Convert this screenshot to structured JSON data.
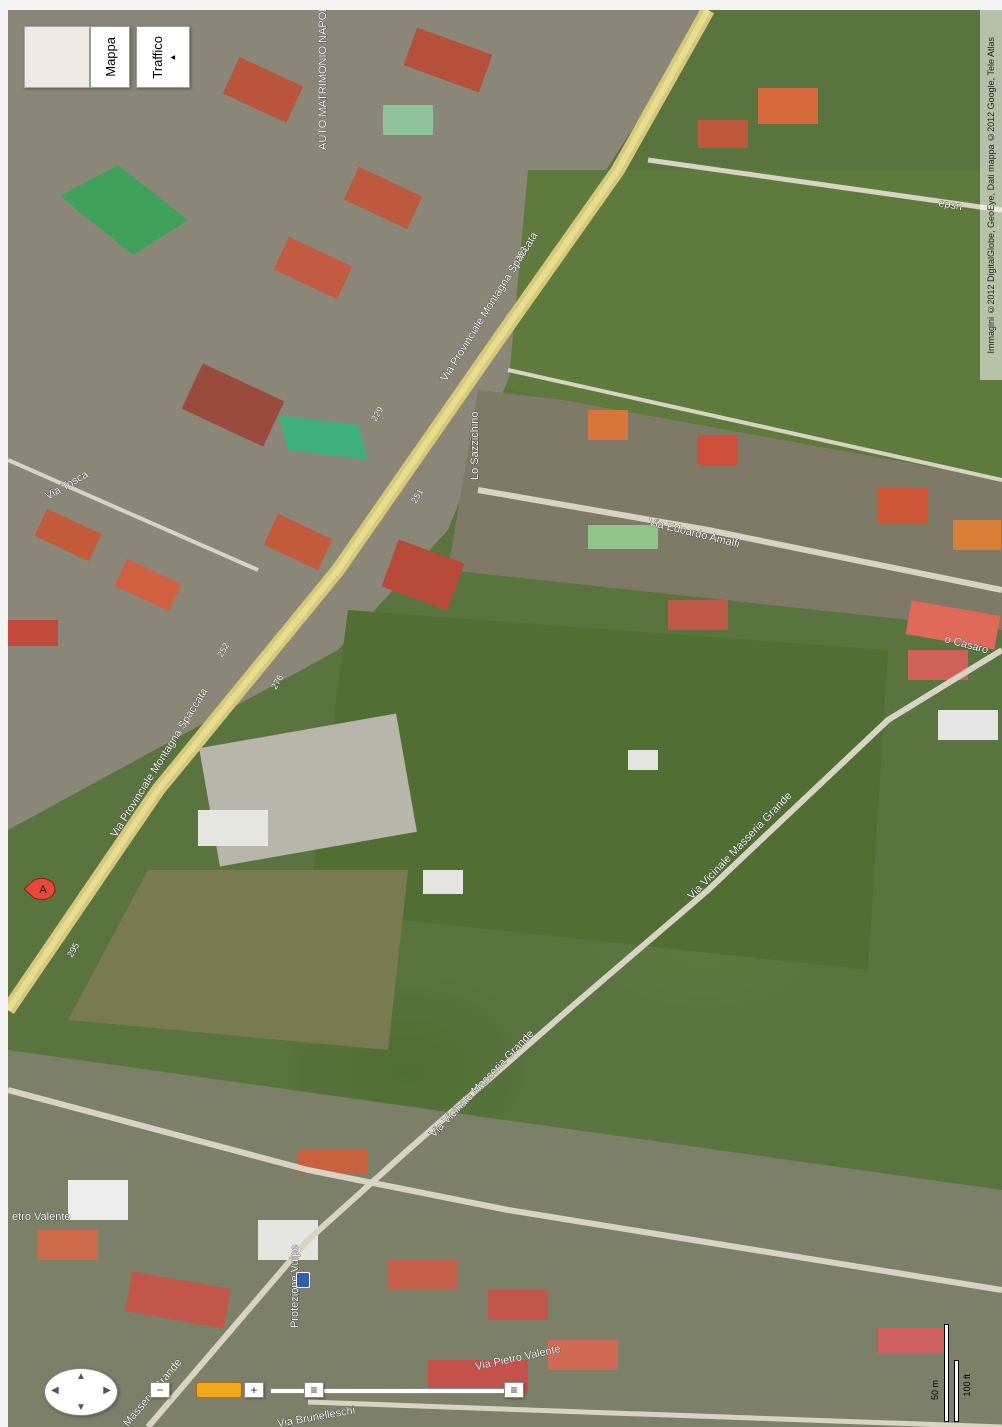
{
  "map_type_control": {
    "mappa_label": "Mappa",
    "traffico_label": "Traffico",
    "dropdown_icon": "chevron-down-icon"
  },
  "roads": {
    "main": "Via Provinciale Montagna Spaccata",
    "main_lower": "Via Provinciale Montagna Spaccata",
    "masseria_upper": "Via Vicinale Masseria Grande",
    "masseria_lower": "Via Vicinale Masseria Grande",
    "edoardo": "Via Edoardo Amalfi",
    "pietro_valente": "Via Pietro Valente",
    "pietro_valente_left": "etro Valente",
    "brunelleschi": "Via Brunelleschi",
    "masseria_bottom": "Masseria Grande",
    "toscano": "Via Tosca",
    "casaro": "o Casaro",
    "upper_right": "epsn"
  },
  "poi_labels": {
    "auto_matrimonio": "AUTO MATRIMONIO NAPOLI",
    "sazzichino": "Lo Sazzichino",
    "protezione_civile": "Protezione Vulpe"
  },
  "house_numbers": [
    "253",
    "251",
    "276",
    "295",
    "229",
    "252"
  ],
  "copyright": "Immagini ©2012 DigitalGlobe, GeoEye, Dati mappa ©2012 Google, Tele Atlas",
  "scale": {
    "metric": "50 m",
    "imperial": "100 ft"
  },
  "marker_letter": "A"
}
